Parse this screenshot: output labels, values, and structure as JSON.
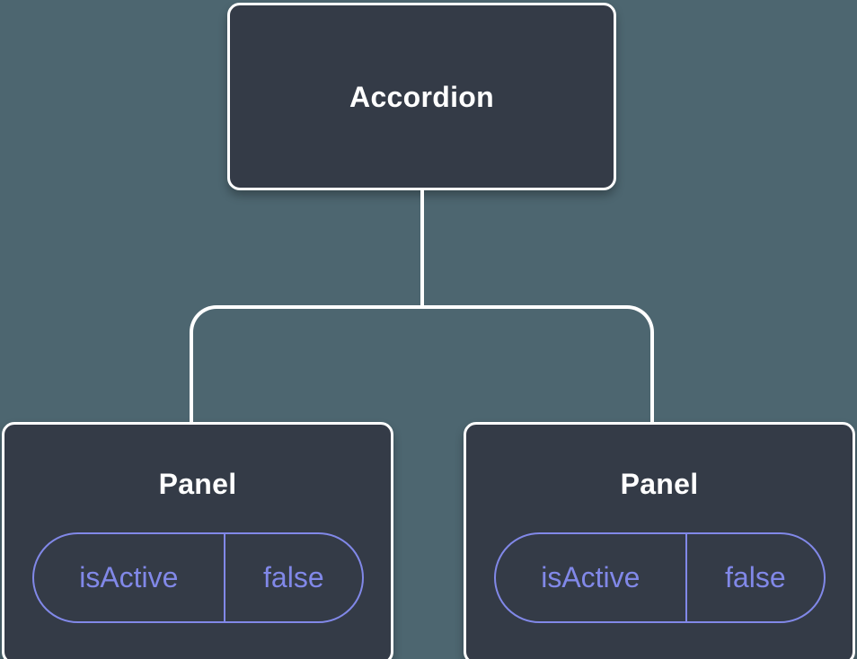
{
  "colors": {
    "bg": "#4D6670",
    "node": "#343B47",
    "accent": "#8188E8",
    "line": "#FFFFFF",
    "text": "#FFFFFF"
  },
  "diagram": {
    "type": "component-tree",
    "root": {
      "label": "Accordion"
    },
    "children": [
      {
        "label": "Panel",
        "state": [
          {
            "name": "isActive",
            "value": "false"
          }
        ]
      },
      {
        "label": "Panel",
        "state": [
          {
            "name": "isActive",
            "value": "false"
          }
        ]
      }
    ]
  }
}
